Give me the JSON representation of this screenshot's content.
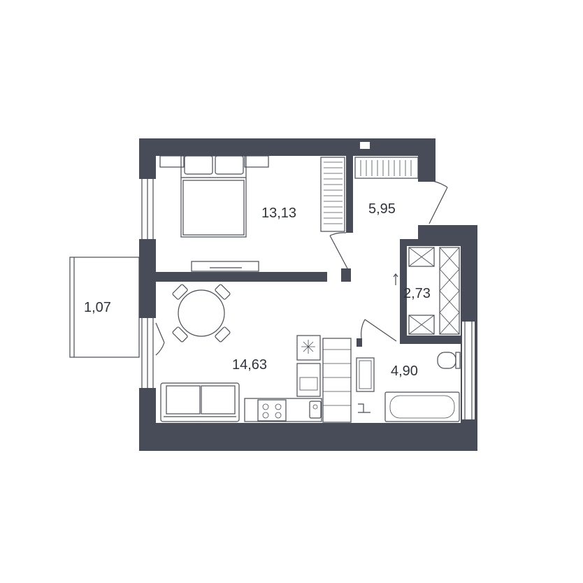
{
  "colors": {
    "wall": "#474c58",
    "background": "#ffffff",
    "text": "#2f333c"
  },
  "rooms": {
    "bedroom": {
      "area": "13,13"
    },
    "hall": {
      "area": "5,95"
    },
    "closet": {
      "area": "2,73"
    },
    "balcony": {
      "area": "1,07"
    },
    "living_kitchen": {
      "area": "14,63"
    },
    "bathroom": {
      "area": "4,90"
    }
  },
  "icons": {
    "bed": "double-bed-icon",
    "table": "dining-table-icon",
    "sofa": "sofa-icon",
    "stove": "stove-icon",
    "sink": "sink-icon",
    "bathtub": "bathtub-icon",
    "toilet": "toilet-icon"
  }
}
